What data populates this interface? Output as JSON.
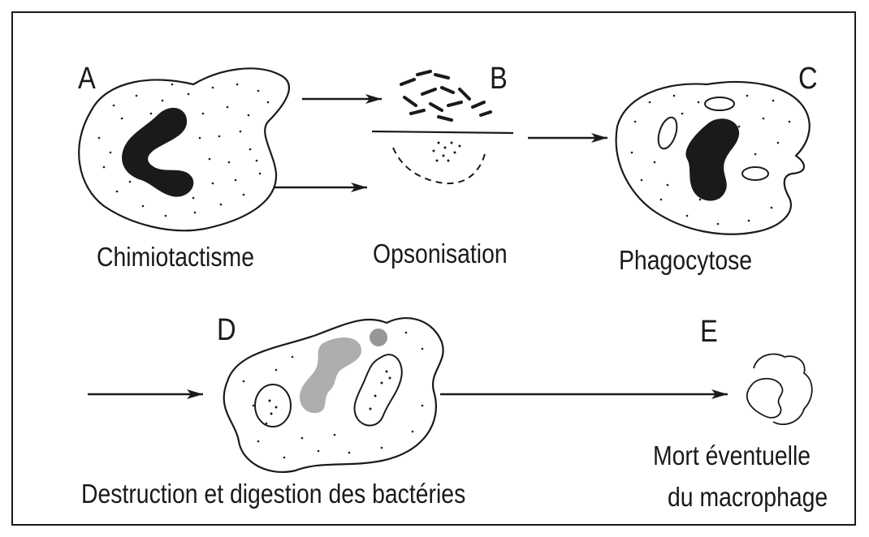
{
  "diagram": {
    "stages": [
      {
        "letter": "A",
        "caption": "Chimiotactisme"
      },
      {
        "letter": "B",
        "caption": "Opsonisation"
      },
      {
        "letter": "C",
        "caption": "Phagocytose"
      },
      {
        "letter": "D",
        "caption": "Destruction et digestion des bactéries"
      },
      {
        "letter": "E",
        "caption_line1": "Mort éventuelle",
        "caption_line2": "du macrophage"
      }
    ]
  },
  "colors": {
    "ink": "#1a1a1a",
    "background": "#ffffff"
  }
}
